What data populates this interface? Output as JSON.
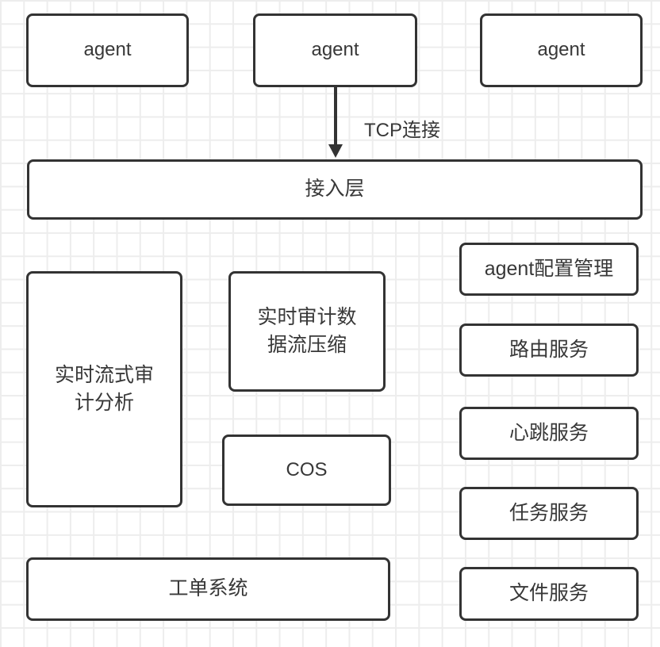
{
  "diagram": {
    "colors": {
      "stroke": "#333333",
      "text": "#383838",
      "grid_line": "#ededed",
      "background": "#ffffff"
    },
    "edge": {
      "label": "TCP连接",
      "from": "agent-2",
      "to": "access-layer"
    },
    "nodes": [
      {
        "id": "agent-1",
        "label": "agent"
      },
      {
        "id": "agent-2",
        "label": "agent"
      },
      {
        "id": "agent-3",
        "label": "agent"
      },
      {
        "id": "access-layer",
        "label": "接入层"
      },
      {
        "id": "realtime-stream-audit-analysis",
        "label": "实时流式审计分析"
      },
      {
        "id": "realtime-audit-data-stream-compression",
        "label": "实时审计数据流压缩"
      },
      {
        "id": "cos",
        "label": "COS"
      },
      {
        "id": "agent-config-management",
        "label": "agent配置管理"
      },
      {
        "id": "routing-service",
        "label": "路由服务"
      },
      {
        "id": "heartbeat-service",
        "label": "心跳服务"
      },
      {
        "id": "task-service",
        "label": "任务服务"
      },
      {
        "id": "file-service",
        "label": "文件服务"
      },
      {
        "id": "ticket-system",
        "label": "工单系统"
      }
    ]
  }
}
